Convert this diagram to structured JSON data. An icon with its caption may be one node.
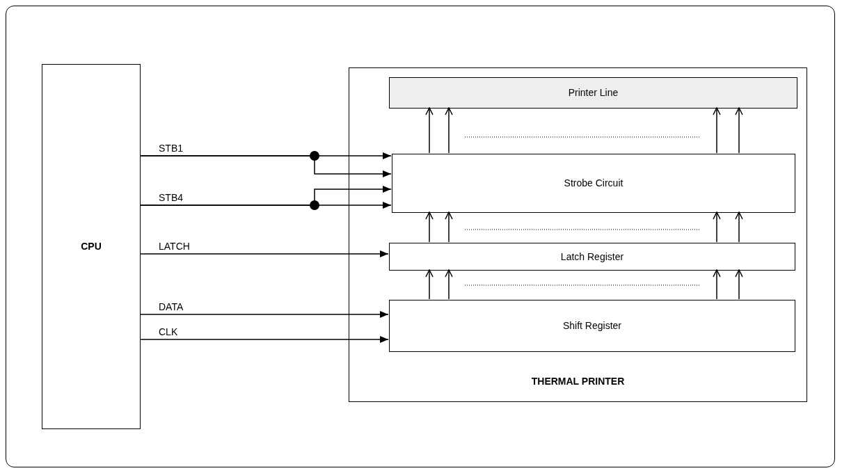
{
  "diagram": {
    "nodes": [
      {
        "text": [
          "CPU"
        ]
      },
      {
        "text": [
          "THERMAL PRINTER"
        ]
      },
      {
        "text": [
          "Printer Line"
        ],
        "in": 1
      },
      {
        "text": [
          "Strobe Circuit"
        ],
        "in": 1
      },
      {
        "text": [
          "Latch Register"
        ],
        "in": 1
      },
      {
        "text": [
          "Shift Register"
        ],
        "in": 1
      }
    ],
    "edges": [
      {
        "from": 0,
        "to": 3,
        "arrow": "to",
        "label": "STB1"
      },
      {
        "from": 0,
        "to": 3,
        "arrow": "to"
      },
      {
        "from": 0,
        "to": 3,
        "arrow": "to"
      },
      {
        "from": 0,
        "to": 3,
        "arrow": "to",
        "label": "STB4"
      },
      {
        "from": 0,
        "to": 4,
        "arrow": "to",
        "label": "LATCH"
      },
      {
        "from": 0,
        "to": 5,
        "arrow": "to",
        "label": "DATA"
      },
      {
        "from": 0,
        "to": 5,
        "arrow": "to",
        "label": "CLK"
      },
      {
        "from": 3,
        "to": 2,
        "arrow": "to"
      },
      {
        "from": 3,
        "to": 2,
        "arrow": "to"
      },
      {
        "from": 3,
        "to": 2,
        "arrow": "to"
      },
      {
        "from": 3,
        "to": 2,
        "arrow": "to"
      },
      {
        "from": 4,
        "to": 3,
        "arrow": "to"
      },
      {
        "from": 4,
        "to": 3,
        "arrow": "to"
      },
      {
        "from": 4,
        "to": 3,
        "arrow": "to"
      },
      {
        "from": 4,
        "to": 3,
        "arrow": "to"
      },
      {
        "from": 5,
        "to": 4,
        "arrow": "to"
      },
      {
        "from": 5,
        "to": 4,
        "arrow": "to"
      },
      {
        "from": 5,
        "to": 4,
        "arrow": "to"
      },
      {
        "from": 5,
        "to": 4,
        "arrow": "to"
      }
    ]
  }
}
